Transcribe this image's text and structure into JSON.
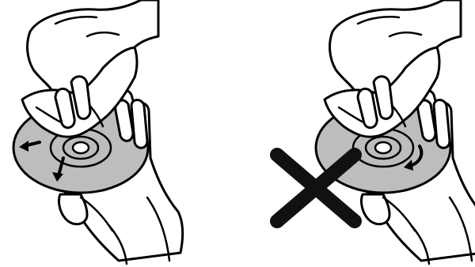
{
  "figure": {
    "panels": [
      {
        "id": "correct-cleaning",
        "icon": "radial-wipe-arrows",
        "crossed_out": false
      },
      {
        "id": "incorrect-cleaning",
        "icon": "circular-wipe-arrow",
        "crossed_out": true
      }
    ],
    "colors": {
      "disc": "#bdbdbd",
      "disc_hub": "#d6d6d6",
      "outline": "#000000",
      "cross": "#111111",
      "background": "#ffffff"
    }
  }
}
